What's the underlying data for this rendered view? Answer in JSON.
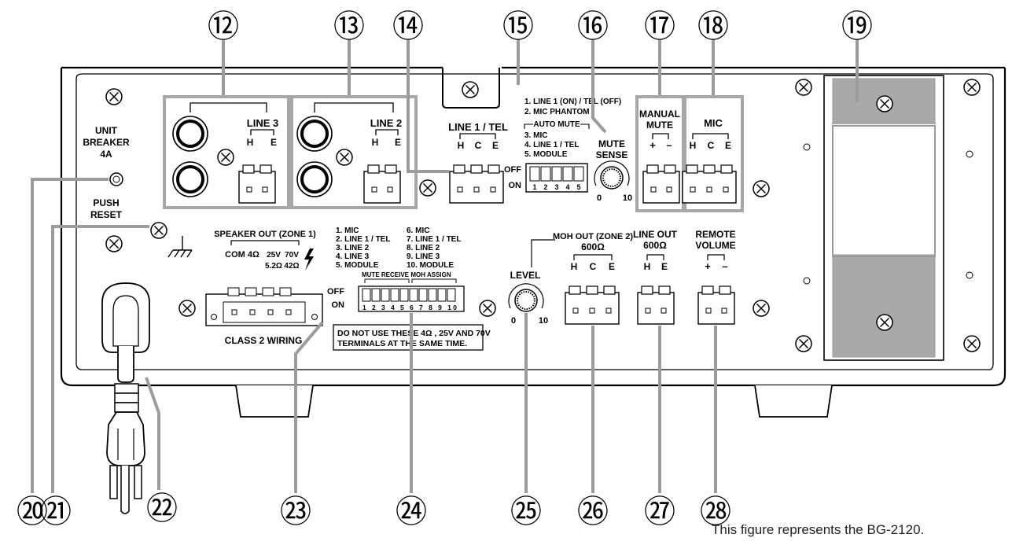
{
  "callouts": {
    "n12": "⑫",
    "n13": "⑬",
    "n14": "⑭",
    "n15": "⑮",
    "n16": "⑯",
    "n17": "⑰",
    "n18": "⑱",
    "n19": "⑲",
    "n20": "⑳",
    "n21": "㉑",
    "n22": "㉒",
    "n23": "㉓",
    "n24": "㉔",
    "n25": "㉕",
    "n26": "㉖",
    "n27": "㉗",
    "n28": "㉘"
  },
  "breaker": {
    "line1": "UNIT",
    "line2": "BREAKER",
    "line3": "4A",
    "push": "PUSH",
    "reset": "RESET"
  },
  "line3": {
    "title": "LINE 3",
    "h": "H",
    "e": "E"
  },
  "line2": {
    "title": "LINE 2",
    "h": "H",
    "e": "E"
  },
  "line1tel": {
    "title": "LINE 1 / TEL",
    "h": "H",
    "c": "C",
    "e": "E"
  },
  "dip_top": {
    "l1": "1. LINE 1 (ON) / TEL (OFF)",
    "l2": "2. MIC PHANTOM",
    "group": "AUTO MUTE",
    "l3": "3. MIC",
    "l4": "4. LINE 1 / TEL",
    "l5": "5. MODULE",
    "off": "OFF",
    "on": "ON",
    "n1": "1",
    "n2": "2",
    "n3": "3",
    "n4": "4",
    "n5": "5"
  },
  "mute_sense": {
    "line1": "MUTE",
    "line2": "SENSE",
    "min": "0",
    "max": "10"
  },
  "manual_mute": {
    "line1": "MANUAL",
    "line2": "MUTE",
    "plus": "+",
    "minus": "–"
  },
  "mic": {
    "title": "MIC",
    "h": "H",
    "c": "C",
    "e": "E"
  },
  "speaker_out": {
    "title": "SPEAKER OUT (ZONE 1)",
    "com": "COM 4Ω",
    "v25": "25V",
    "v70": "70V",
    "o52": "5.2Ω",
    "o42": "42Ω",
    "class2": "CLASS 2 WIRING"
  },
  "dip_bottom": {
    "c1": [
      "1. MIC",
      "2. LINE 1 / TEL",
      "3. LINE 2",
      "4. LINE 3",
      "5. MODULE"
    ],
    "c2": [
      "6. MIC",
      "7. LINE 1 / TEL",
      "8. LINE 2",
      "9. LINE 3",
      "10. MODULE"
    ],
    "mute_receive": "MUTE RECEIVE",
    "moh_assign": "MOH ASSIGN",
    "off": "OFF",
    "on": "ON",
    "nums": "1 2 3 4 5 6 7 8 9 10"
  },
  "warning": {
    "line1": "DO NOT USE THESE 4Ω , 25V AND 70V",
    "line2": "TERMINALS AT THE SAME TIME."
  },
  "level": {
    "title": "LEVEL",
    "min": "0",
    "max": "10"
  },
  "moh_out": {
    "line1": "MOH OUT (ZONE 2)",
    "line2": "600Ω",
    "h": "H",
    "c": "C",
    "e": "E"
  },
  "line_out": {
    "line1": "LINE OUT",
    "line2": "600Ω",
    "h": "H",
    "e": "E"
  },
  "remote_volume": {
    "line1": "REMOTE",
    "line2": "VOLUME",
    "plus": "+",
    "minus": "–"
  },
  "caption": "This figure represents the BG-2120."
}
